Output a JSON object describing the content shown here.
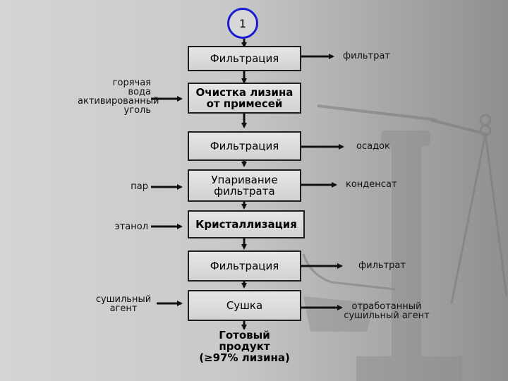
{
  "step_number": "1",
  "steps": [
    {
      "label": "Фильтрация",
      "output": "фильтрат"
    },
    {
      "label": "Очистка лизина\nот примесей",
      "inputs": "горячая\nвода\nактивированный\nуголь"
    },
    {
      "label": "Фильтрация",
      "output": "осадок"
    },
    {
      "label": "Упаривание\nфильтрата",
      "input": "пар",
      "output": "конденсат"
    },
    {
      "label": "Кристаллизация",
      "input": "этанол"
    },
    {
      "label": "Фильтрация",
      "output": "фильтрат"
    },
    {
      "label": "Сушка",
      "input": "сушильный\nагент",
      "output": "отработанный\nсушильный агент"
    },
    {
      "label": "Готовый продукт\n(≥97% лизина)"
    }
  ]
}
